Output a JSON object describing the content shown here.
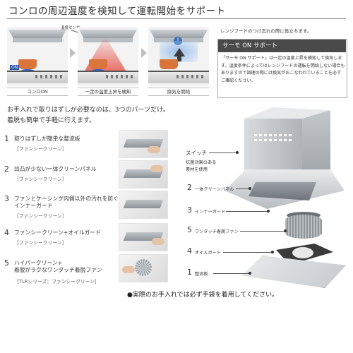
{
  "header": {
    "title": "コンロの周辺温度を検知して運転開始をサポート"
  },
  "diagram": {
    "sensor_label": "温度センサー",
    "on_badge": "ON",
    "steps": [
      "コンロON",
      "一定の温度上昇を検知",
      "換気を開始"
    ]
  },
  "thermo": {
    "note": "レンジフードのつけ忘れの際に役立ちます。",
    "heading": "サーモ ON サポート",
    "body": "「サーモ ON サポート」は一定の温度上昇を検知して換気します。温度条件によってはレンジフードの運転を開始しない場合もありますので調理の際には換気がおこなわれていることを必ずご確認ください。"
  },
  "intro": {
    "line1": "お手入れで取りはずしが必要なのは、3つのパーツだけ。",
    "line2": "着脱も簡単で手軽に行えます。"
  },
  "parts": [
    {
      "num": "1",
      "title": "取りはずしが簡単な整流板",
      "title2": "",
      "sub": "［ファンシークリーン］"
    },
    {
      "num": "2",
      "title": "凹凸が少ない一体クリーンパネル",
      "title2": "",
      "sub": "［ファンシークリーン］"
    },
    {
      "num": "3",
      "title": "ファンとケーシング内側以外の汚れを防ぐ",
      "title2": "インナーガード",
      "sub": "［ファンシークリーン］"
    },
    {
      "num": "4",
      "title": "ファンシークリーン+オイルガード",
      "title2": "",
      "sub": "［ファンシークリーン］"
    },
    {
      "num": "5",
      "title": "ハイパークリーン+",
      "title2": "着脱がラクなワンタッチ着脱ファン",
      "sub": "［TLRシリーズ：ファンシークリーン］"
    }
  ],
  "labels": {
    "switch": "スイッチ",
    "antibac1": "抗菌効果のある",
    "antibac2": "素材を使用",
    "n2": "2",
    "t2": "一体クリーンパネル",
    "n3": "3",
    "t3": "インナーガード",
    "n5": "5",
    "t5": "ワンタッチ着脱ファン",
    "n4": "4",
    "t4": "オイルガード",
    "n1": "1",
    "t1": "整流板"
  },
  "footer": "●実際のお手入れでは必ず手袋を着用してください。"
}
